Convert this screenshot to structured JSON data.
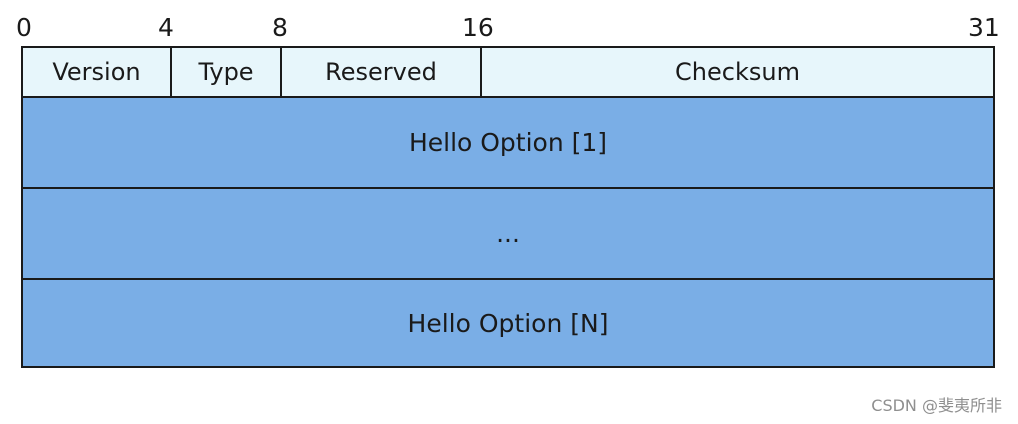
{
  "bit_labels": [
    "0",
    "4",
    "8",
    "16",
    "31"
  ],
  "header_fields": [
    "Version",
    "Type",
    "Reserved",
    "Checksum"
  ],
  "option_rows": [
    "Hello Option [1]",
    "...",
    "Hello Option [N]"
  ],
  "watermark": "CSDN @斐夷所非",
  "colors": {
    "header_fill": "#e7f6fb",
    "option_fill": "#7aaee6",
    "border": "#1a1a1a"
  }
}
